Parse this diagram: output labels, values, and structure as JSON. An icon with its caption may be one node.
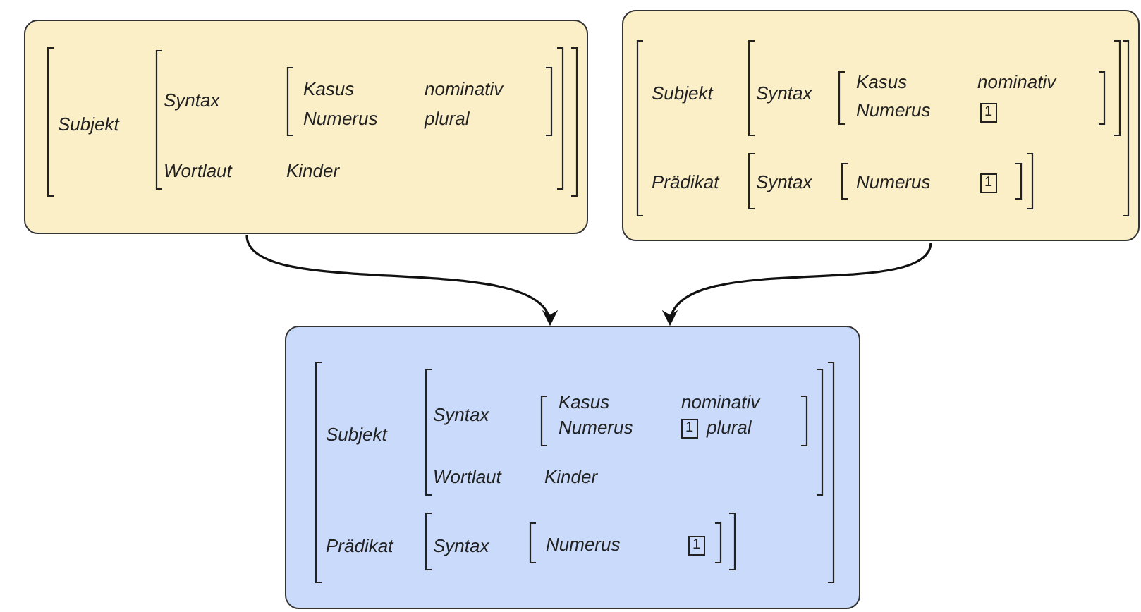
{
  "diagram": {
    "nodes": [
      {
        "text": [
          "Subjekt",
          "Syntax",
          "Kasus",
          "nominativ",
          "Numerus",
          "plural",
          "Wortlaut",
          "Kinder"
        ]
      },
      {
        "text": [
          "Subjekt",
          "Syntax",
          "Kasus",
          "nominativ",
          "Numerus",
          "1",
          "Prädikat",
          "Syntax",
          "Numerus",
          "1"
        ]
      },
      {
        "text": [
          "Subjekt",
          "Syntax",
          "Kasus",
          "nominativ",
          "Numerus",
          "1",
          "plural",
          "Wortlaut",
          "Kinder",
          "Prädikat",
          "Syntax",
          "Numerus",
          "1"
        ]
      }
    ],
    "edges": [
      {
        "from": 0,
        "to": 2,
        "arrow": "to"
      },
      {
        "from": 1,
        "to": 2,
        "arrow": "to"
      }
    ]
  }
}
